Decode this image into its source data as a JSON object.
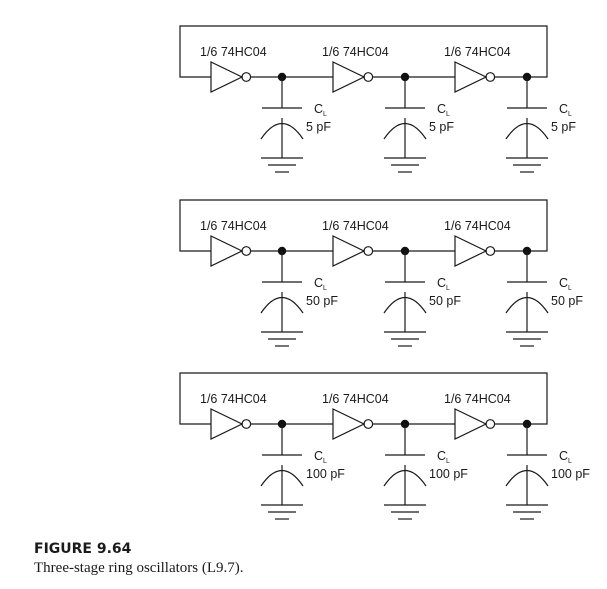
{
  "figure": {
    "number": "FIGURE 9.64",
    "caption": "Three-stage ring oscillators (L9.7)."
  },
  "circuits": [
    {
      "name": "ring-oscillator-5pF",
      "stages": [
        {
          "gate_label": "1/6 74HC04",
          "cap_symbol": "C",
          "cap_subscript": "L",
          "cap_value": "5 pF"
        },
        {
          "gate_label": "1/6 74HC04",
          "cap_symbol": "C",
          "cap_subscript": "L",
          "cap_value": "5 pF"
        },
        {
          "gate_label": "1/6 74HC04",
          "cap_symbol": "C",
          "cap_subscript": "L",
          "cap_value": "5 pF"
        }
      ]
    },
    {
      "name": "ring-oscillator-50pF",
      "stages": [
        {
          "gate_label": "1/6 74HC04",
          "cap_symbol": "C",
          "cap_subscript": "L",
          "cap_value": "50 pF"
        },
        {
          "gate_label": "1/6 74HC04",
          "cap_symbol": "C",
          "cap_subscript": "L",
          "cap_value": "50 pF"
        },
        {
          "gate_label": "1/6 74HC04",
          "cap_symbol": "C",
          "cap_subscript": "L",
          "cap_value": "50 pF"
        }
      ]
    },
    {
      "name": "ring-oscillator-100pF",
      "stages": [
        {
          "gate_label": "1/6 74HC04",
          "cap_symbol": "C",
          "cap_subscript": "L",
          "cap_value": "100 pF"
        },
        {
          "gate_label": "1/6 74HC04",
          "cap_symbol": "C",
          "cap_subscript": "L",
          "cap_value": "100 pF"
        },
        {
          "gate_label": "1/6 74HC04",
          "cap_symbol": "C",
          "cap_subscript": "L",
          "cap_value": "100 pF"
        }
      ]
    }
  ]
}
